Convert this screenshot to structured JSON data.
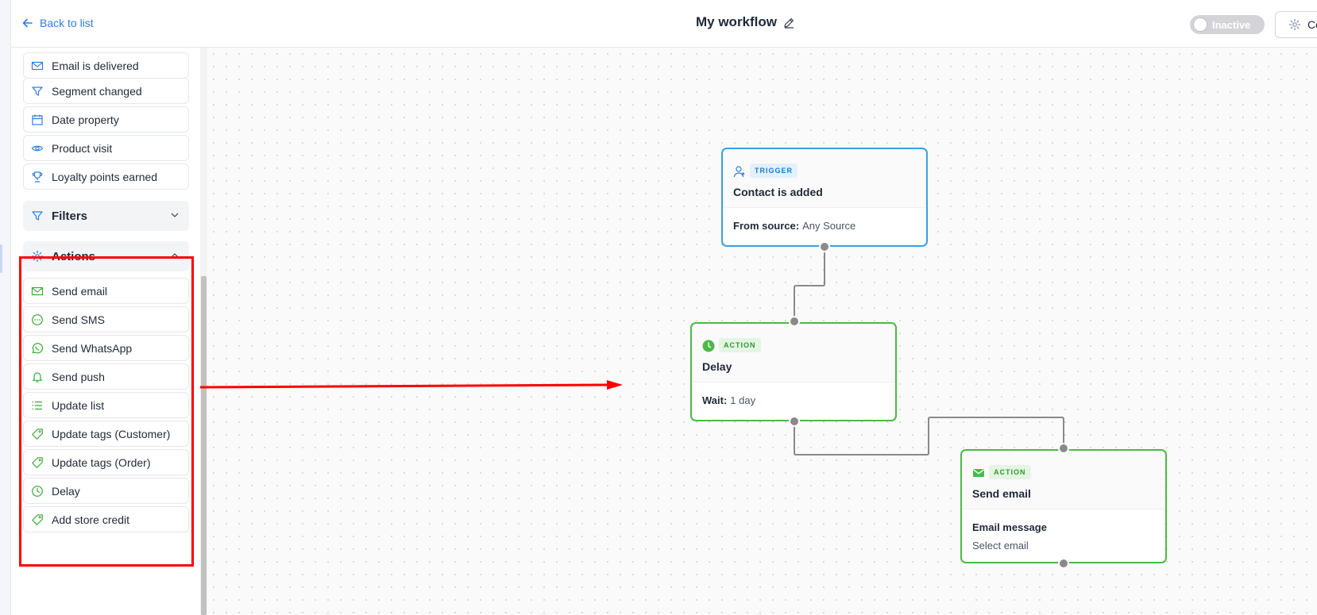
{
  "header": {
    "back_label": "Back to list",
    "title": "My workflow",
    "status_label": "Inactive",
    "config_label": "Configure"
  },
  "sidebar": {
    "triggers": [
      {
        "label": "Email is delivered",
        "icon": "envelope-icon"
      },
      {
        "label": "Segment changed",
        "icon": "funnel-icon"
      },
      {
        "label": "Date property",
        "icon": "calendar-icon"
      },
      {
        "label": "Product visit",
        "icon": "eye-icon"
      },
      {
        "label": "Loyalty points earned",
        "icon": "trophy-icon"
      }
    ],
    "filters_label": "Filters",
    "actions_label": "Actions",
    "actions": [
      {
        "label": "Send email",
        "icon": "envelope-icon"
      },
      {
        "label": "Send SMS",
        "icon": "chat-bubble-icon"
      },
      {
        "label": "Send WhatsApp",
        "icon": "whatsapp-icon"
      },
      {
        "label": "Send push",
        "icon": "bell-icon"
      },
      {
        "label": "Update list",
        "icon": "list-icon"
      },
      {
        "label": "Update tags (Customer)",
        "icon": "tag-icon"
      },
      {
        "label": "Update tags (Order)",
        "icon": "tag-icon"
      },
      {
        "label": "Delay",
        "icon": "clock-icon"
      },
      {
        "label": "Add store credit",
        "icon": "tag-icon"
      }
    ]
  },
  "canvas": {
    "trigger_node": {
      "badge": "TRIGGER",
      "title": "Contact is added",
      "field_label": "From source:",
      "field_value": "Any Source"
    },
    "delay_node": {
      "badge": "ACTION",
      "title": "Delay",
      "field_label": "Wait:",
      "field_value": "1 day"
    },
    "email_node": {
      "badge": "ACTION",
      "title": "Send email",
      "field_label": "Email message",
      "field_value": "Select email"
    }
  },
  "colors": {
    "link_blue": "#2f7de1",
    "trigger_blue": "#3b9ee0",
    "action_green": "#4cb848",
    "highlight_red": "#ff0000"
  }
}
